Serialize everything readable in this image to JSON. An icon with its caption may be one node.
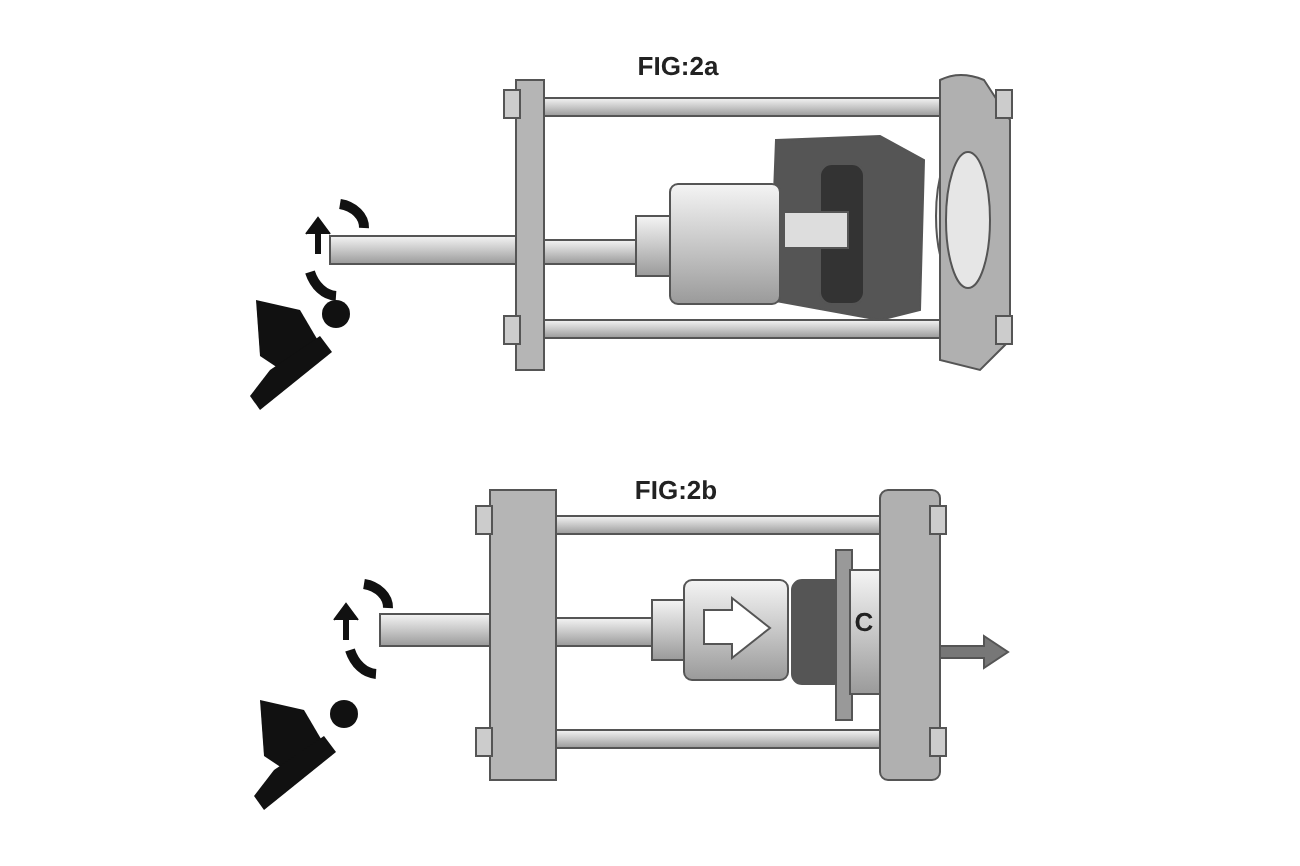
{
  "diagram": {
    "labels": [
      "FIG:2a",
      "FIG:2b",
      "C"
    ]
  }
}
